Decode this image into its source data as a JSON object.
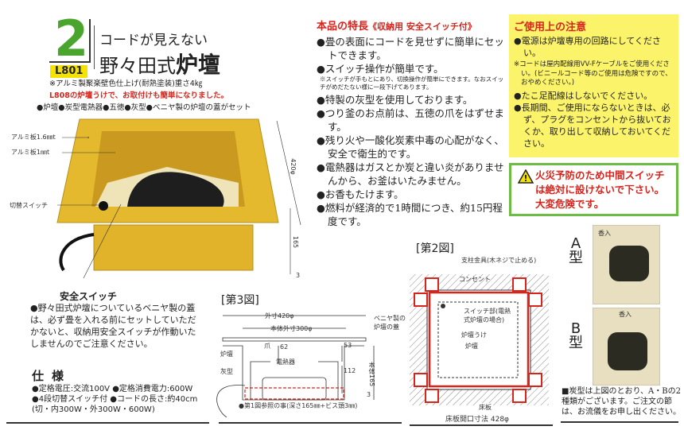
{
  "header": {
    "number": "2",
    "model": "L801",
    "subtitle": "コードが見えない",
    "title_prefix": "野々田式",
    "title_main": "炉壇",
    "note1": "※アルミ製聚楽壁色仕上げ(耐熱塗装)重さ4㎏",
    "note2": "L808の炉壇うけで、お取付けも簡単になりました。",
    "note3": "●炉壇●炭型電熱器●五徳●灰型●ベニヤ製の炉壇の蓋がセット"
  },
  "product": {
    "label_top": "アルミ板1.6㎜t",
    "label_inner": "アルミ板1㎜t",
    "label_switch": "切替スイッチ",
    "dim_width": "420φ",
    "dim_height": "165",
    "dim_base": "3"
  },
  "safety": {
    "title": "安全スイッチ",
    "text": "●野々田式炉壇についているベニヤ製の蓋は、必ず畳を入れる前にセットしていただかないと、収納用安全スイッチが作動いたしませんのでご注意ください。"
  },
  "specs": {
    "title": "仕様",
    "lines": [
      "●定格電圧:交流100V ●定格消費電力:600W",
      "●4段切替スイッチ付 ●コードの長さ:約40cm",
      "(切・内300W・外300W・600W)"
    ]
  },
  "features": {
    "title": "本品の特長",
    "title_sub": "《収納用 安全スイッチ付》",
    "items": [
      "●畳の表面にコードを見せずに簡単にセットできます。",
      "●スイッチ操作が簡単です。",
      "●特製の灰型を使用しております。",
      "●つり釜のお点前は、五徳の爪をはずせます。",
      "●残り火や一酸化炭素中毒の心配がなく、安全で衛生的です。",
      "●電熱器はガスとか炭と違い炎がありませんから、お釜はいたみません。",
      "●お香もたけます。",
      "●燃料が経済的で1時間につき、約15円程度です。"
    ],
    "switch_note": "※スイッチが手もとにあり、切換操作が簡単にできます。なおスイッチがめだたない様に一段下げてあります。"
  },
  "caution": {
    "title": "ご使用上の注意",
    "item1": "●電源は炉壇専用の回路にしてください。",
    "note": "※コードは屋内配線用VV-Fケーブルをご使用ください。(ビニールコード等のご使用は危険ですので、おやめください。)",
    "item2": "●たこ足配線はしないでください。",
    "item3": "●長期間、ご使用にならないときは、必ず、プラグをコンセントから抜いておくか、取り出して収納しておいてください。"
  },
  "warning": {
    "text": "火災予防のため中間スイッチは絶対に設けないで下さい。大変危険です。",
    "icon": "warning-triangle-icon"
  },
  "fig3": {
    "title": "[第3図]",
    "outer": "外寸420φ",
    "body_outer": "本体外寸300φ",
    "lid": "ベニヤ製の炉壇の蓋",
    "rodan": "炉壇",
    "claw": "爪",
    "heater": "電熱器",
    "ash": "灰型",
    "d62": "62",
    "d53": "53",
    "d112": "112",
    "body165": "本体165",
    "d3": "3",
    "note": "●第1図参照の事(深さ165㎜+ビス頭3㎜)"
  },
  "fig2": {
    "title": "[第2図]",
    "bracket": "支柱金具(木ネジで止める)",
    "outlet": "コンセント",
    "switch": "スイッチ部(電熱式炉壇の場合)",
    "receiver": "炉壇うけ",
    "rodan": "炉壇",
    "floor": "床板",
    "opening": "床板開口寸法 428φ"
  },
  "types": {
    "a": "A型",
    "b": "B型",
    "incense": "香入",
    "note": "■炭型は上図のとおり、A・Bの2種類がございます。ご注文の節は、お流儀をお申し出ください。"
  },
  "colors": {
    "accent_red": "#d7241c",
    "green": "#4aa52e",
    "yellow": "#f4e300",
    "product_yellow": "#e4b92e"
  }
}
